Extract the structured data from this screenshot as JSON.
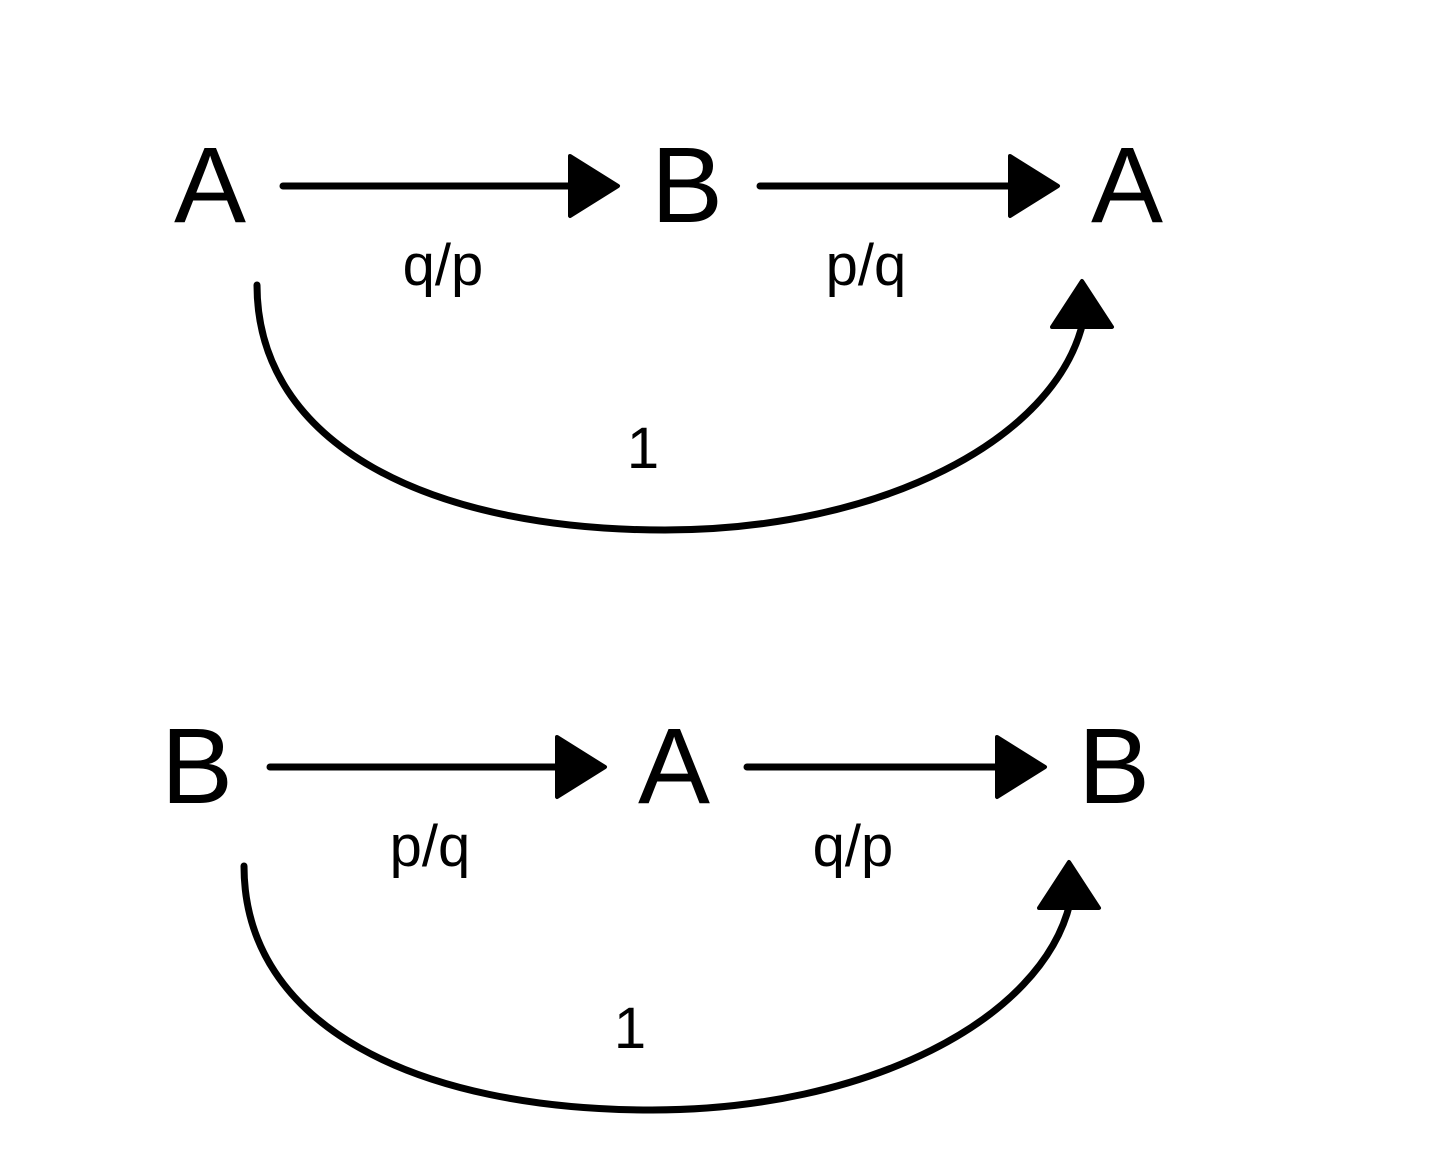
{
  "diagrams": [
    {
      "nodes": [
        "A",
        "B",
        "A"
      ],
      "edges": [
        {
          "from": "A",
          "to": "B",
          "label": "q/p"
        },
        {
          "from": "B",
          "to": "A",
          "label": "p/q"
        },
        {
          "from": "A",
          "to": "A",
          "label": "1"
        }
      ]
    },
    {
      "nodes": [
        "B",
        "A",
        "B"
      ],
      "edges": [
        {
          "from": "B",
          "to": "A",
          "label": "p/q"
        },
        {
          "from": "A",
          "to": "B",
          "label": "q/p"
        },
        {
          "from": "B",
          "to": "B",
          "label": "1"
        }
      ]
    }
  ],
  "colors": {
    "ink": "#000000",
    "background": "#ffffff"
  }
}
